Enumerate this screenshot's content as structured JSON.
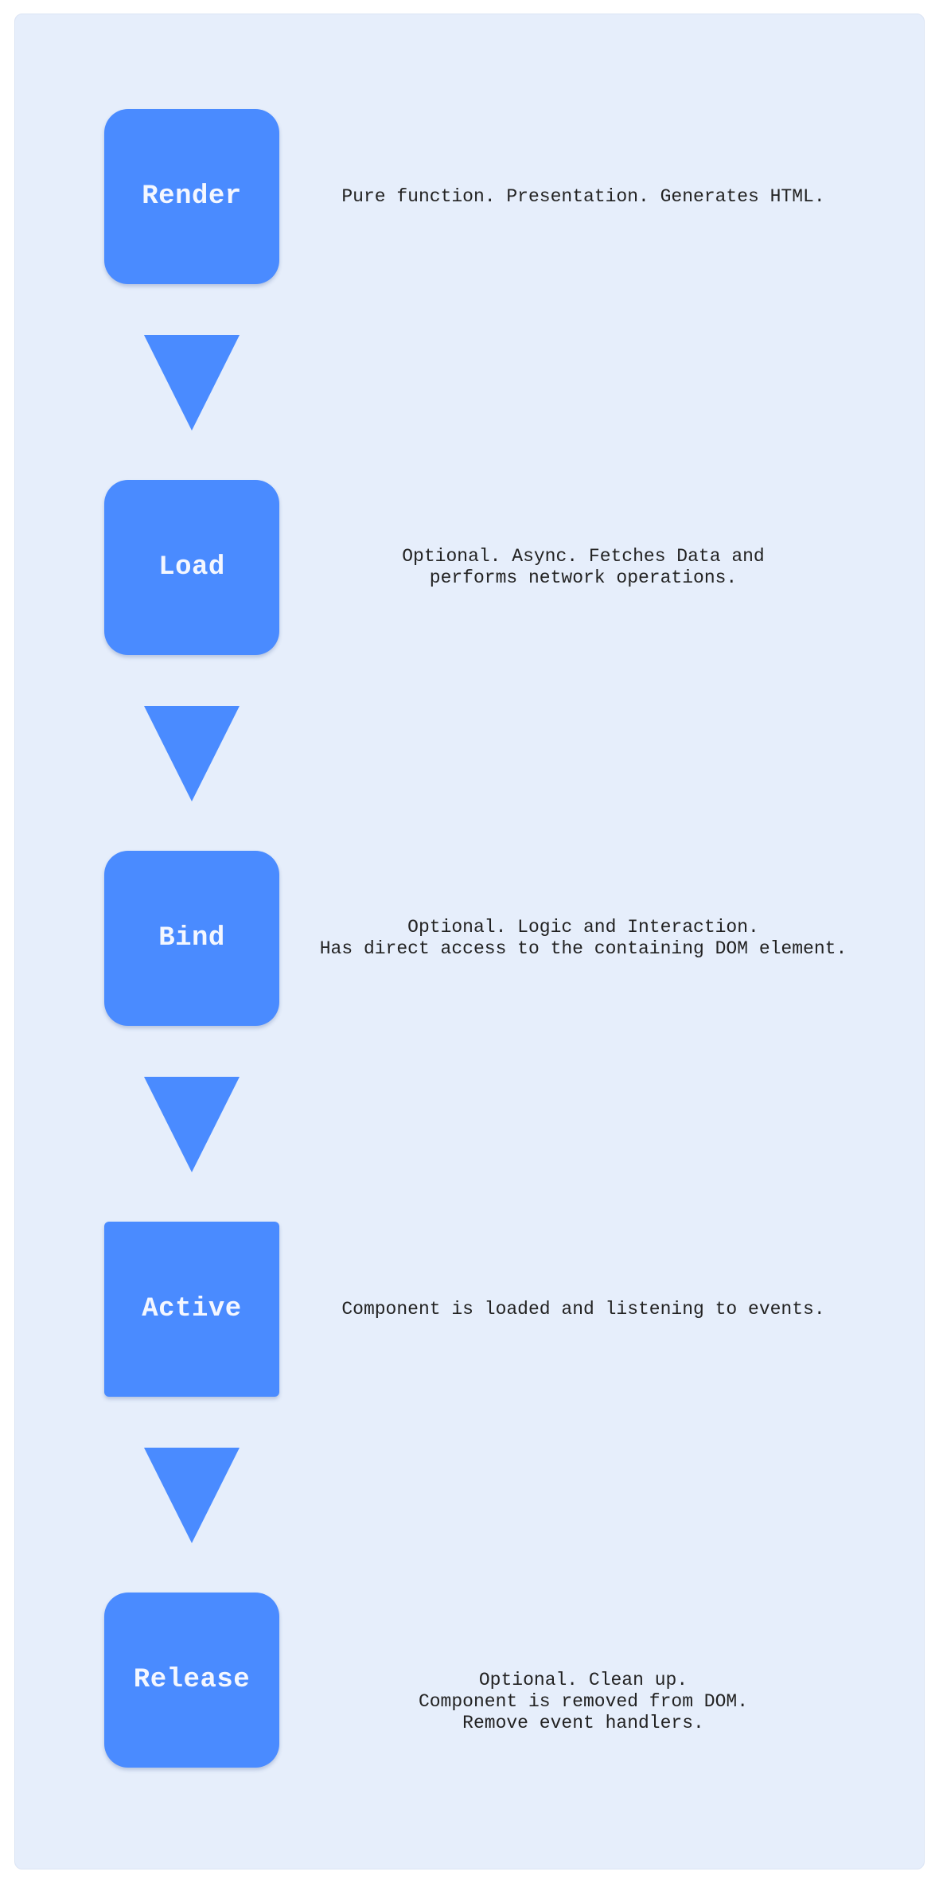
{
  "steps": [
    {
      "label": "Render",
      "shape": "rounded",
      "description": [
        "Pure function. Presentation. Generates HTML."
      ]
    },
    {
      "label": "Load",
      "shape": "rounded",
      "description": [
        "Optional. Async. Fetches Data and",
        "performs network operations."
      ]
    },
    {
      "label": "Bind",
      "shape": "rounded",
      "description": [
        "Optional. Logic and Interaction.",
        "Has direct access to the containing DOM element."
      ]
    },
    {
      "label": "Active",
      "shape": "square",
      "description": [
        "Component is loaded and listening to events."
      ]
    },
    {
      "label": "Release",
      "shape": "rounded",
      "description": [
        "Optional. Clean up.",
        "Component is removed from DOM.",
        "Remove event handlers."
      ]
    }
  ],
  "colors": {
    "background": "#e6eefb",
    "node": "#4a8bff",
    "arrow": "#4a8bff",
    "node_text": "#f4f7ff",
    "description_text": "#222222"
  }
}
